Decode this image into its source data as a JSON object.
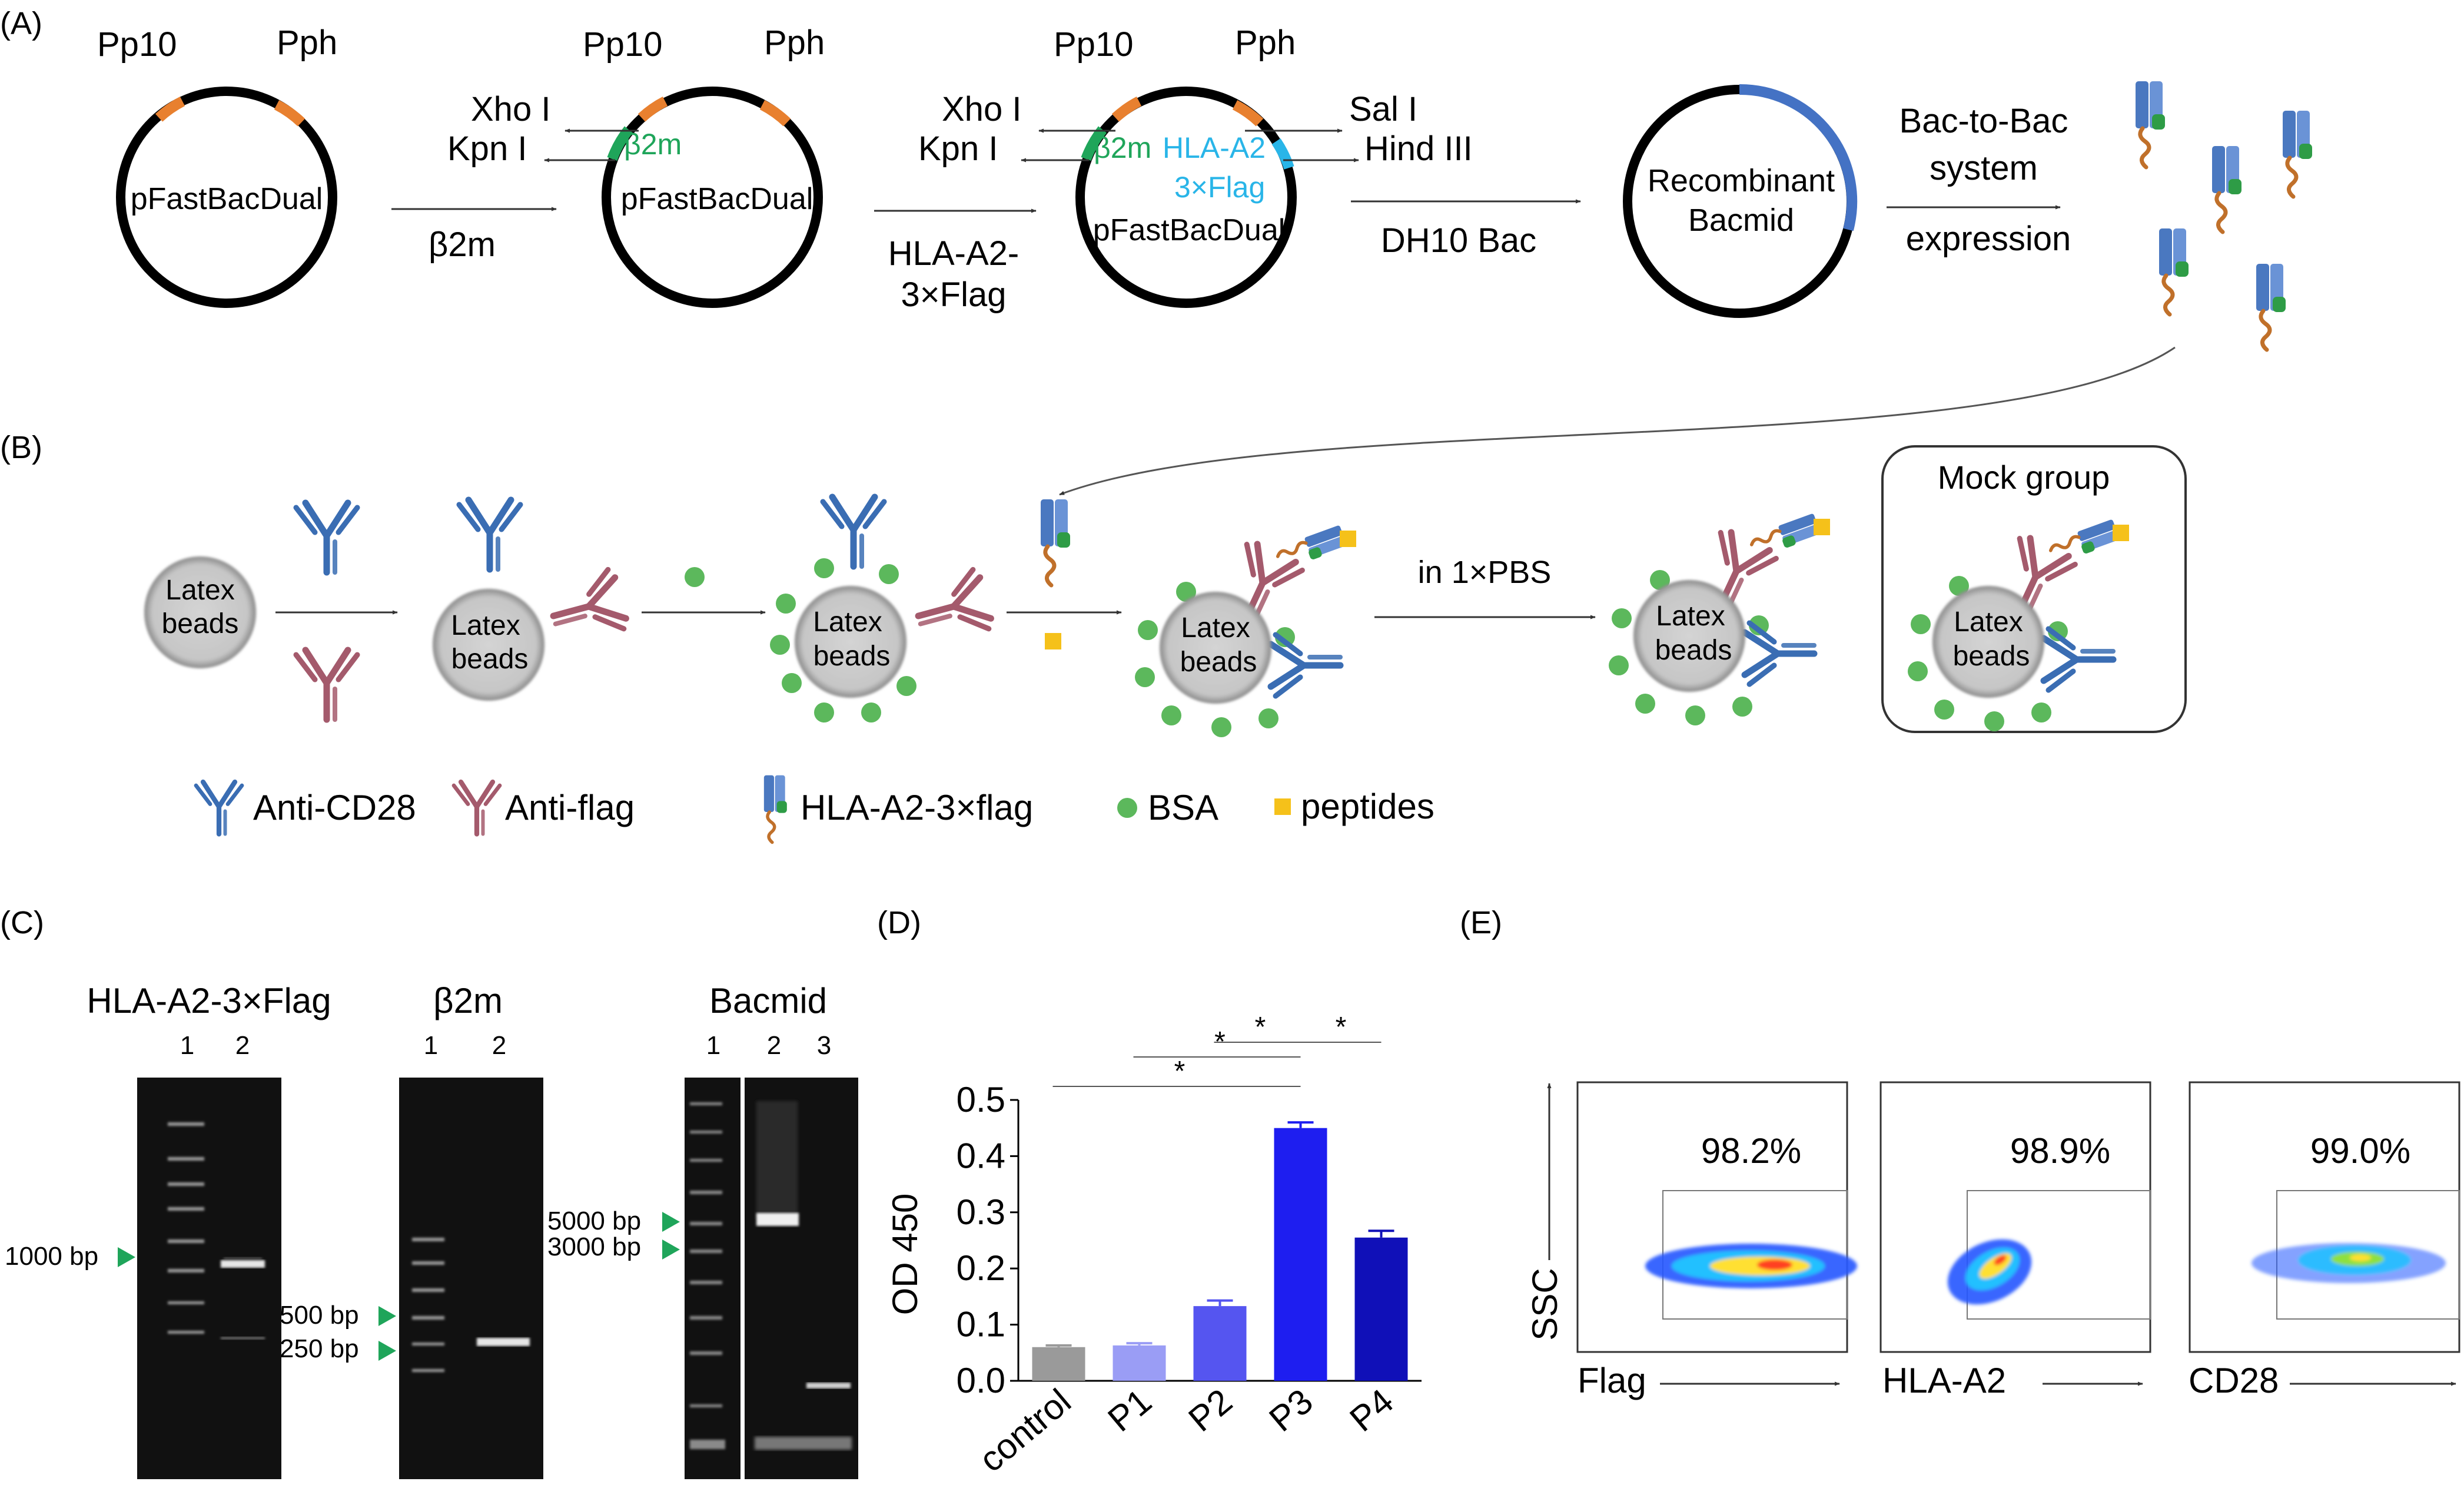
{
  "panel_labels": {
    "a": "(A)",
    "b": "(B)",
    "c": "(C)",
    "d": "(D)",
    "e": "(E)"
  },
  "panel_a": {
    "promoter_left": "Pp10",
    "promoter_right": "Pph",
    "plasmid": "pFastBacDual",
    "site_xho": "Xho I",
    "site_kpn": "Kpn I",
    "site_sal": "Sal I",
    "site_hind": "Hind III",
    "insert_b2m": "β2m",
    "insert_hla": "HLA-A2",
    "insert_flag": "3×Flag",
    "arrow1": "β2m",
    "arrow2_line1": "HLA-A2-",
    "arrow2_line2": "3×Flag",
    "arrow3": "DH10 Bac",
    "bacmid_line1": "Recombinant",
    "bacmid_line2": "Bacmid",
    "expr_line1": "Bac-to-Bac",
    "expr_line2": "system",
    "expr_line3": "expression"
  },
  "panel_b": {
    "bead_line1": "Latex",
    "bead_line2": "beads",
    "pbs": "in 1×PBS",
    "mock": "Mock group",
    "legend": {
      "cd28": "Anti-CD28",
      "flag": "Anti-flag",
      "hla": "HLA-A2-3×flag",
      "bsa": "BSA",
      "peptides": "peptides"
    },
    "colors": {
      "cd28": "#3a6db3",
      "flag": "#a45a6c",
      "bsa": "#5cb85c",
      "peptide": "#f5c11a",
      "hla": "#4a78c0"
    }
  },
  "panel_c": {
    "gel1": {
      "title": "HLA-A2-3×Flag",
      "lanes": [
        "1",
        "2"
      ],
      "marker": "1000 bp"
    },
    "gel2": {
      "title": "β2m",
      "lanes": [
        "1",
        "2"
      ],
      "markers": [
        "500 bp",
        "250 bp"
      ]
    },
    "gel3": {
      "title": "Bacmid",
      "lanes": [
        "1",
        "2",
        "3"
      ],
      "markers": [
        "5000 bp",
        "3000 bp"
      ]
    }
  },
  "chart_data": {
    "type": "bar",
    "categories": [
      "control",
      "P1",
      "P2",
      "P3",
      "P4"
    ],
    "values": [
      0.06,
      0.063,
      0.133,
      0.45,
      0.255
    ],
    "errors": [
      0.003,
      0.004,
      0.01,
      0.01,
      0.012
    ],
    "colors": [
      "#9a9a9a",
      "#9a9df5",
      "#5555f0",
      "#1e1ef0",
      "#1010b8"
    ],
    "ylabel": "OD 450",
    "ylim": [
      0,
      0.5
    ],
    "yticks": [
      "0.0",
      "0.1",
      "0.2",
      "0.3",
      "0.4",
      "0.5"
    ],
    "significance": [
      {
        "from": "control",
        "to": "P3",
        "label": "*"
      },
      {
        "from": "P1",
        "to": "P3",
        "label": "*"
      },
      {
        "from": "P2",
        "to": "P3",
        "label": "*"
      },
      {
        "from": "P3",
        "to": "P4",
        "label": "*"
      }
    ]
  },
  "panel_e": {
    "ylabel": "SSC",
    "plots": [
      {
        "xlabel": "Flag",
        "percent": "98.2%"
      },
      {
        "xlabel": "HLA-A2",
        "percent": "98.9%"
      },
      {
        "xlabel": "CD28",
        "percent": "99.0%"
      }
    ]
  }
}
